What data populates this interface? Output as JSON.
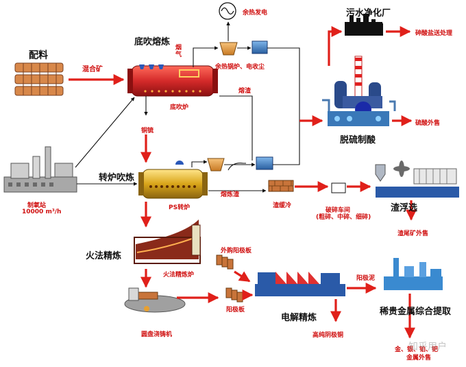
{
  "labels": {
    "peiliao": "配料",
    "hunheguang": "混合矿",
    "dichui_ronglian": "底吹熔炼",
    "yanqi": "烟气",
    "dichuilu": "底吹炉",
    "yure_fadian": "余热发电",
    "yurebilu": "余热锅炉、电收尘",
    "wushui": "污水净化厂",
    "shensuanyan": "砷酸盐送处理",
    "tuoliu_zhisuan": "脱硫制酸",
    "liusuan_waishou": "硫酸外售",
    "rongzha_top": "熔渣",
    "tongliu": "铜锍",
    "zhiyangzhan": "制氧站",
    "zhiyang_capacity": "10000 m³/h",
    "zhuanlu_chuilian": "转炉吹炼",
    "ps_zhuanlu": "PS转炉",
    "rongzha_mid": "熔炼渣",
    "zhahuanleng": "渣缓冷",
    "posui_chejian": "破碎车间",
    "posui_detail": "(粗碎、中碎、细碎)",
    "zhafuxuan": "渣浮选",
    "zhaweikuang": "渣尾矿外售",
    "huofa_jinglian": "火法精炼",
    "huofa_jinglianlu": "火法精炼炉",
    "waigou_yangjiban": "外购阳极板",
    "yangjiban": "阳极板",
    "yuanpan_zhuzhuji": "圆盘浇铸机",
    "dianjie_jinglian": "电解精炼",
    "yangjini": "阳极泥",
    "gaochun_yinjitong": "高纯阴极铜",
    "xigui_jinshu": "稀贵金属综合提取",
    "jinshu_waishou_1": "金、银、铂、钯",
    "jinshu_waishou_2": "金属外售",
    "watermark": "知乎用户"
  },
  "colors": {
    "arrow_red": "#e0201a",
    "furnace_red": "#d42a2a",
    "converter_gold": "#d9a51a",
    "copper_brown": "#c8743a",
    "steel_blue": "#3a7fc8",
    "plant_navy": "#243a78"
  },
  "icons": [
    "generator-icon",
    "boiler-icon",
    "esp-box-icon",
    "water-plant-icon",
    "acid-plant-icon",
    "oxygen-plant-icon",
    "slag-cooling-icon",
    "crusher-icon",
    "flotation-icon",
    "refining-furnace-icon",
    "anode-plate-icon",
    "casting-wheel-icon",
    "electrolysis-tank-icon",
    "precious-metal-plant-icon"
  ]
}
